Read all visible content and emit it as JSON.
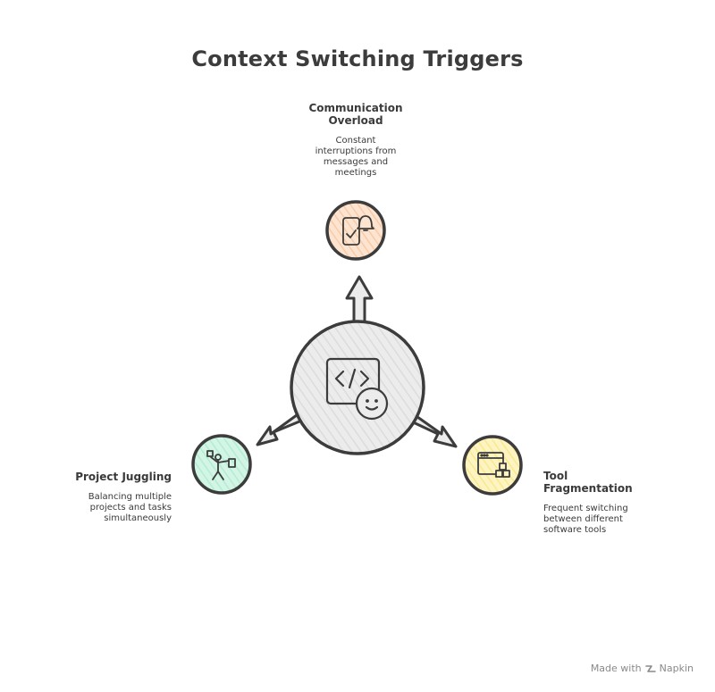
{
  "title": "Context Switching Triggers",
  "nodes": {
    "communication": {
      "heading": "Communication\nOverload",
      "description": "Constant\ninterruptions from\nmessages and\nmeetings",
      "color": "#fbd9c0",
      "icon": "phone-notification-icon"
    },
    "project": {
      "heading": "Project Juggling",
      "description": "Balancing multiple\nprojects and tasks\nsimultaneously",
      "color": "#c3f0dc",
      "icon": "juggling-person-icon"
    },
    "tool": {
      "heading": "Tool\nFragmentation",
      "description": "Frequent switching\nbetween different\nsoftware tools",
      "color": "#fbefa6",
      "icon": "app-window-icon"
    },
    "center": {
      "color": "#e6e6e6",
      "icon": "developer-code-icon"
    }
  },
  "footer": {
    "prefix": "Made with",
    "brand": "Napkin"
  }
}
